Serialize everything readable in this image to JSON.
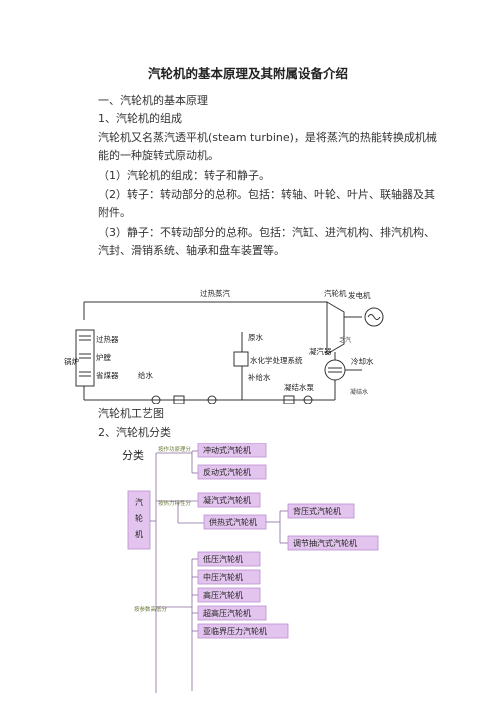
{
  "document": {
    "title": "汽轮机的基本原理及其附属设备介绍",
    "section1": "一、汽轮机的基本原理",
    "sub1": "1、汽轮机的组成",
    "para1": "汽轮机又名蒸汽透平机(steam turbine)，是将蒸汽的热能转换成机械能的一种旋转式原动机。",
    "item1": "（1）汽轮机的组成：转子和静子。",
    "item2": "（2）转子：转动部分的总称。包括：转轴、叶轮、叶片、联轴器及其附件。",
    "item3": "（3）静子：不转动部分的总称。包括：汽缸、进汽机构、排汽机构、汽封、滑销系统、轴承和盘车装置等。",
    "caption1": "汽轮机工艺图",
    "sub2": "2、汽轮机分类"
  },
  "process_diagram": {
    "superheated_steam": "过热蒸汽",
    "turbine": "汽轮机",
    "generator": "发电机",
    "boiler": "锅炉",
    "superheater": "过热器",
    "furnace": "炉膛",
    "economizer": "省煤器",
    "raw_water": "原水",
    "water_treatment": "水化学处理系统",
    "makeup_water": "补给水",
    "feed_water": "给水",
    "condenser": "凝汽器",
    "cooling_water": "冷却水",
    "condensate_pump": "凝结水泵",
    "condensate": "凝结水",
    "exhaust": "乏汽"
  },
  "classification": {
    "title": "分类",
    "root": "汽轮机",
    "group1_caption": "按作功原理分",
    "group2_caption": "按热力特性分",
    "group3_caption": "按参数高低分",
    "g1": [
      "冲动式汽轮机",
      "反动式汽轮机"
    ],
    "g2a": "凝汽式汽轮机",
    "g2b": "供热式汽轮机",
    "g2b_children": [
      "背压式汽轮机",
      "调节抽汽式汽轮机"
    ],
    "g3": [
      "低压汽轮机",
      "中压汽轮机",
      "高压汽轮机",
      "超高压汽轮机",
      "亚临界压力汽轮机"
    ]
  }
}
